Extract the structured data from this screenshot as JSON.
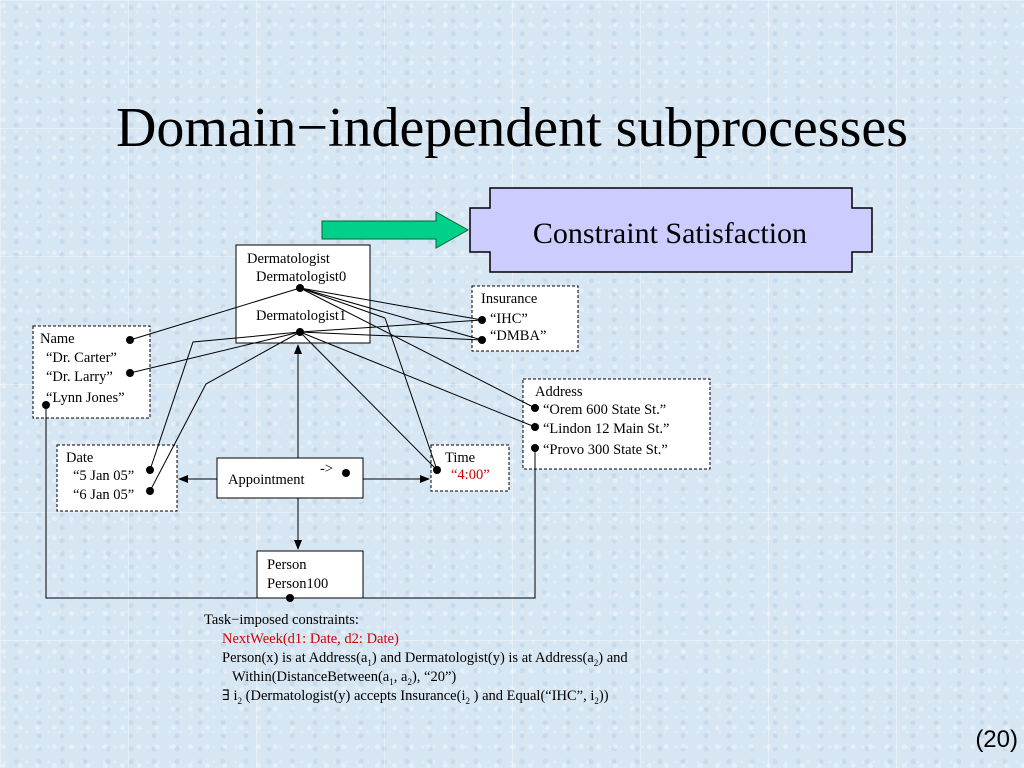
{
  "slide": {
    "title": "Domain−independent subprocesses",
    "page_number": "(20)"
  },
  "banner": {
    "label": "Constraint Satisfaction",
    "fill_color": "#ccccff",
    "arrow_color": "#00d08a"
  },
  "nodes": {
    "dermatologist": {
      "title": "Dermatologist",
      "items": [
        "Dermatologist0",
        "Dermatologist1"
      ]
    },
    "insurance": {
      "title": "Insurance",
      "items": [
        "“IHC”",
        "“DMBA”"
      ]
    },
    "name": {
      "title": "Name",
      "items": [
        "“Dr. Carter”",
        "“Dr. Larry”",
        "“Lynn Jones”"
      ]
    },
    "address": {
      "title": "Address",
      "items": [
        "“Orem 600 State St.”",
        "“Lindon 12 Main St.”",
        "“Provo 300 State St.”"
      ]
    },
    "date": {
      "title": "Date",
      "items": [
        "“5 Jan 05”",
        "“6 Jan 05”"
      ]
    },
    "time": {
      "title": "Time",
      "items": [
        "“4:00”"
      ]
    },
    "appointment": {
      "title": "Appointment",
      "marker": "->"
    },
    "person": {
      "title": "Person",
      "items": [
        "Person100"
      ]
    }
  },
  "constraints": {
    "heading": "Task−imposed constraints:",
    "line1": "NextWeek(d1: Date, d2: Date)",
    "line2_a": "Person(x) is at Address(a",
    "line2_sub1": "1",
    "line2_b": ") and Dermatologist(y) is at Address(a",
    "line2_sub2": "2",
    "line2_c": ") and",
    "line3_a": "Within(DistanceBetween(a",
    "line3_sub1": "1",
    "line3_b": ", a",
    "line3_sub2": "2",
    "line3_c": "), “20”)",
    "line4_a": "∃ i",
    "line4_sub1": "2",
    "line4_b": "(Dermatologist(y) accepts Insurance(i",
    "line4_sub2": "2",
    "line4_c": ") and Equal(“IHC”, i",
    "line4_sub3": "2",
    "line4_d": "))",
    "highlight_color": "#d00000"
  }
}
